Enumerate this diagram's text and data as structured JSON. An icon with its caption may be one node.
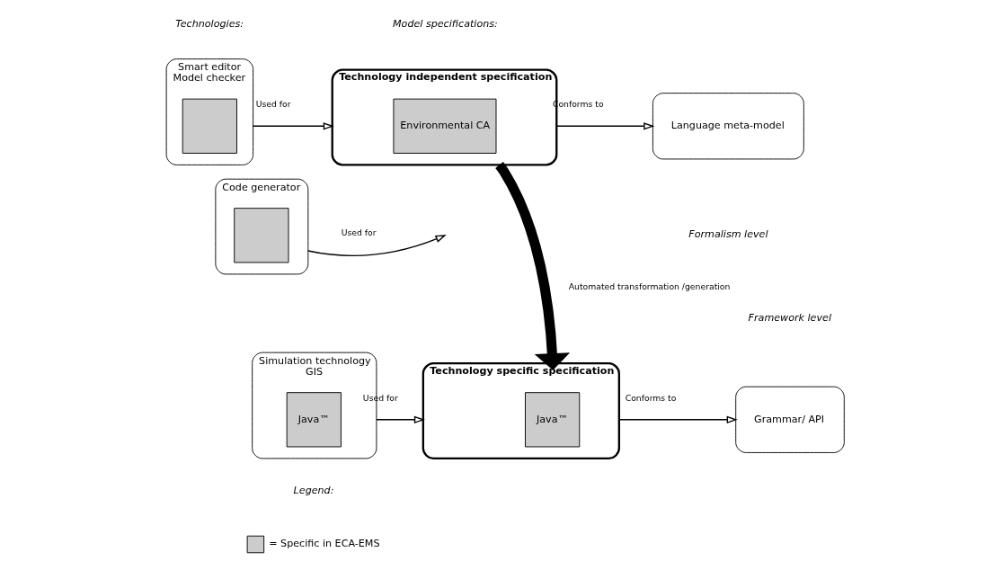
{
  "diagram": {
    "nodes": [
      {
        "text": [
          "Smart editor",
          "Model checker"
        ]
      },
      {
        "text": [],
        "shape": "box",
        "in": 0
      },
      {
        "text": [
          "Technology independent specification"
        ]
      },
      {
        "text": [
          "Environmental CA"
        ],
        "in": 2
      },
      {
        "text": [
          "Language meta-model"
        ]
      },
      {
        "text": [
          "Code generator"
        ]
      },
      {
        "text": [],
        "shape": "box",
        "in": 5
      },
      {
        "text": [
          "Simulation technology",
          "GIS"
        ]
      },
      {
        "text": [
          "Java™"
        ],
        "in": 7
      },
      {
        "text": [
          "Technology specific specification"
        ]
      },
      {
        "text": [
          "Java™"
        ],
        "in": 9
      },
      {
        "text": [
          "Grammar/ API"
        ]
      }
    ],
    "edges": [
      {
        "from": 0,
        "to": 2,
        "arrow": "to",
        "label": "Used for"
      },
      {
        "from": 2,
        "to": 4,
        "arrow": "to",
        "label": "Conforms to"
      },
      {
        "from": 5,
        "to": null,
        "arrow": "to",
        "label": "Used for"
      },
      {
        "from": 2,
        "to": 9,
        "arrow": "to",
        "label": "Automated transformation /generation",
        "style": "thick"
      },
      {
        "from": 7,
        "to": 9,
        "arrow": "to",
        "label": "Used for"
      },
      {
        "from": 9,
        "to": 11,
        "arrow": "to",
        "label": "Conforms to"
      }
    ],
    "labels": [
      "Technologies:",
      "Model specifications:",
      "Formalism level",
      "Framework level",
      "Legend:"
    ],
    "legend": [
      {
        "text": "= Specific in ECA-EMS",
        "color": "#cccccc"
      }
    ]
  }
}
